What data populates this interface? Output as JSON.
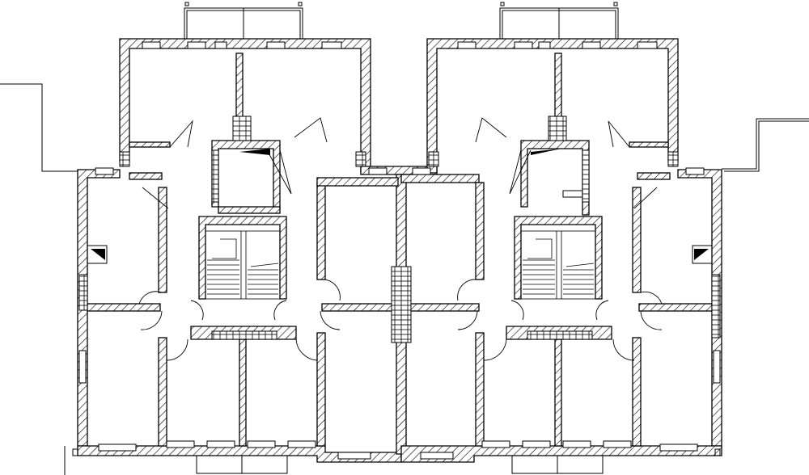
{
  "drawing": {
    "kind": "architectural-floor-plan",
    "units": 2,
    "stairwells": 2,
    "line_color": "#000000",
    "background": "#ffffff"
  }
}
